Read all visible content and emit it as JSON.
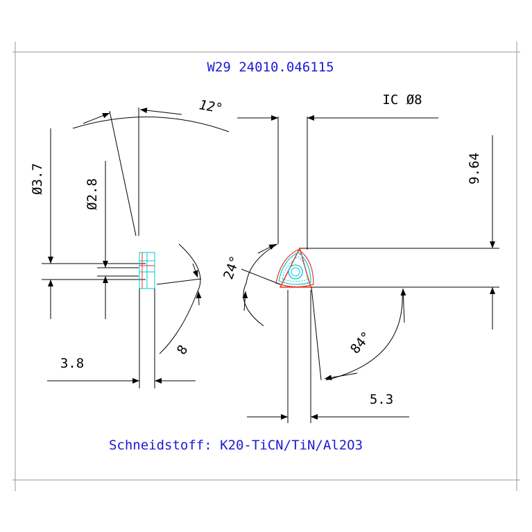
{
  "header": {
    "part_number": "W29 24010.046115"
  },
  "footer": {
    "material": "Schneidstoff: K20-TiCN/TiN/Al2O3"
  },
  "side_view": {
    "angle_clearance": "12°",
    "dia_outer": "Ø3.7",
    "dia_inner": "Ø2.8",
    "width": "3.8",
    "radius": "8"
  },
  "top_view": {
    "inscribed_circle": "IC Ø8",
    "height": "9.64",
    "angle_corner": "24°",
    "angle_main": "84°",
    "offset": "5.3"
  },
  "colors": {
    "title": "#1a1ad8",
    "material": "#1a1ad8",
    "insert_outline": "#e8321e",
    "insert_detail": "#00c8d8"
  }
}
